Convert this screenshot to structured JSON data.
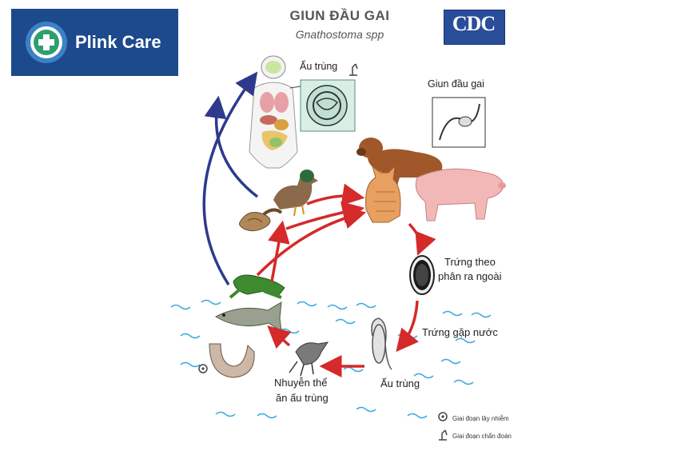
{
  "brand": {
    "name": "Plink Care"
  },
  "header": {
    "title": "GIUN ĐẦU GAI",
    "subtitle": "Gnathostoma spp",
    "logo_text": "CDC"
  },
  "labels": {
    "larva_top": "Ấu trùng",
    "adult_worm": "Giun đầu gai",
    "eggs_line1": "Trứng theo",
    "eggs_line2": "phân ra ngoài",
    "eggs_water": "Trứng gặp nước",
    "larva_bottom": "Ấu trùng",
    "copepod_line1": "Nhuyễn thể",
    "copepod_line2": "ăn ấu trùng"
  },
  "legend": {
    "infective": "Giai đoạn lây nhiễm",
    "diagnostic": "Giai đoạn chẩn đoán"
  },
  "colors": {
    "arrow_red": "#d42a2a",
    "arrow_blue": "#2e3a8c",
    "brand_bg": "#1d4a8c",
    "water": "#3aa9e0"
  }
}
